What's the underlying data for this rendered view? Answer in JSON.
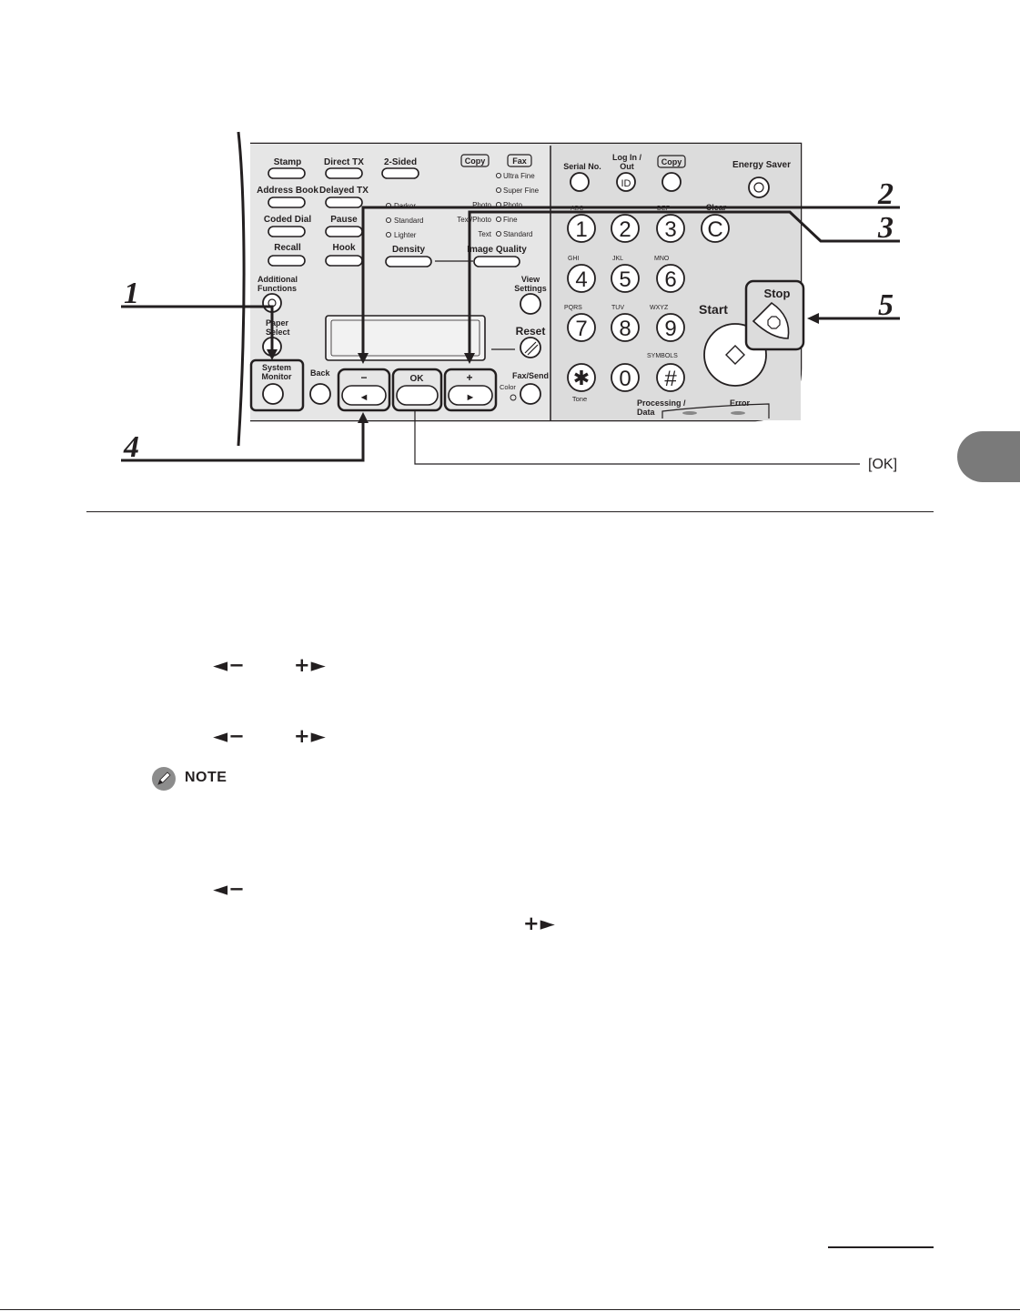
{
  "panel": {
    "left_buttons": [
      {
        "label": "Stamp"
      },
      {
        "label": "Direct TX"
      },
      {
        "label": "2-Sided"
      },
      {
        "label": "Address Book"
      },
      {
        "label": "Delayed TX"
      },
      {
        "label": "Coded Dial"
      },
      {
        "label": "Pause"
      },
      {
        "label": "Recall"
      },
      {
        "label": "Hook"
      }
    ],
    "additional_functions": [
      "Additional",
      "Functions"
    ],
    "paper_select": [
      "Paper",
      "Select"
    ],
    "system_monitor": [
      "System",
      "Monitor"
    ],
    "back": "Back",
    "density": {
      "label": "Density",
      "options": [
        "Darker",
        "Standard",
        "Lighter"
      ]
    },
    "image_quality": {
      "label": "Image Quality",
      "copy_tag": "Copy",
      "fax_tag": "Fax",
      "left_options": [
        "Photo",
        "Text/Photo",
        "Text"
      ],
      "right_options": [
        "Ultra Fine",
        "Super Fine",
        "Photo",
        "Fine",
        "Standard"
      ]
    },
    "view_settings": [
      "View",
      "Settings"
    ],
    "reset": "Reset",
    "ok": "OK",
    "minus": "−",
    "plus": "+",
    "fax_send": "Fax/Send",
    "color": "Color",
    "serial_no": "Serial No.",
    "log_in_out": [
      "Log In /",
      "Out"
    ],
    "id": "ID",
    "copy": "Copy",
    "energy_saver": "Energy Saver",
    "clear": "Clear",
    "clear_key": "C",
    "keypad": [
      {
        "digit": "1",
        "letters": ""
      },
      {
        "digit": "2",
        "letters": "ABC"
      },
      {
        "digit": "3",
        "letters": "DEF"
      },
      {
        "digit": "4",
        "letters": "GHI"
      },
      {
        "digit": "5",
        "letters": "JKL"
      },
      {
        "digit": "6",
        "letters": "MNO"
      },
      {
        "digit": "7",
        "letters": "PQRS"
      },
      {
        "digit": "8",
        "letters": "TUV"
      },
      {
        "digit": "9",
        "letters": "WXYZ"
      },
      {
        "digit": "✱",
        "letters": ""
      },
      {
        "digit": "0",
        "letters": ""
      },
      {
        "digit": "#",
        "letters": ""
      }
    ],
    "symbols": "SYMBOLS",
    "tone": "Tone",
    "start": "Start",
    "stop": "Stop",
    "processing_data": [
      "Processing /",
      "Data"
    ],
    "error": "Error"
  },
  "callouts": {
    "c1": "1",
    "c2": "2",
    "c3": "3",
    "c4": "4",
    "c5": "5",
    "ok": "[OK]"
  },
  "glyphs": {
    "left": "◄−",
    "right": "+►"
  },
  "note": "NOTE"
}
